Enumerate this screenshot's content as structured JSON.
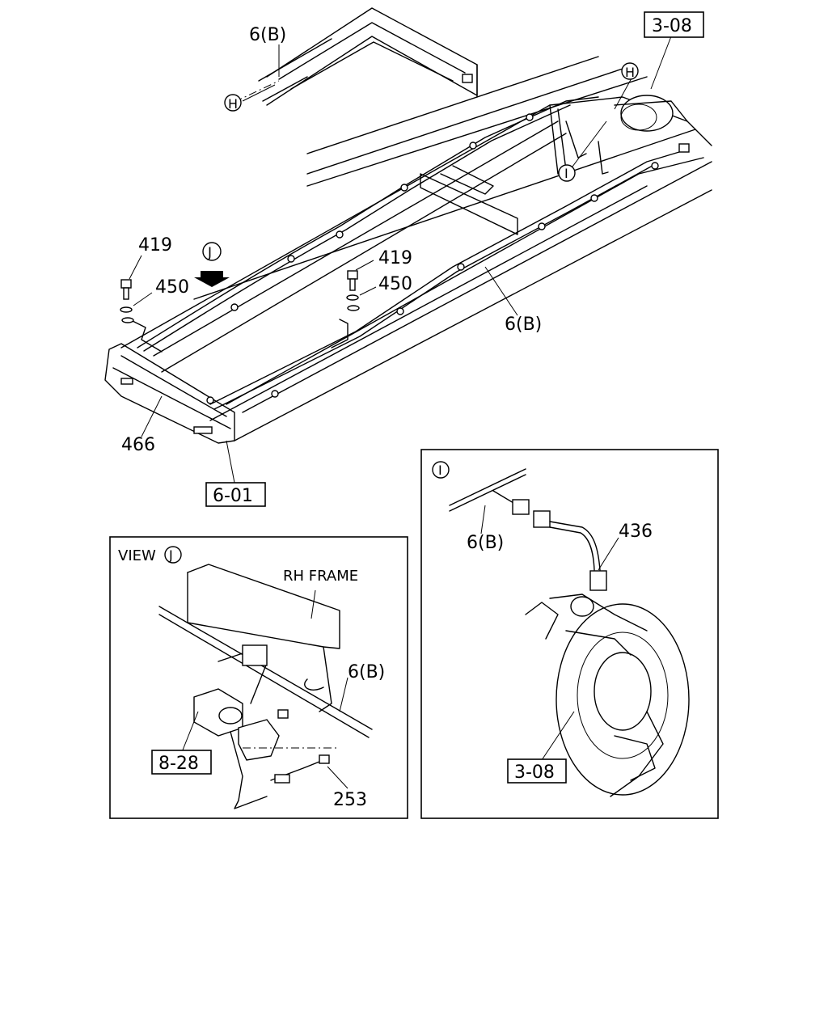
{
  "refs": {
    "ref_3_08_top": "3-08",
    "ref_6_01": "6-01",
    "ref_8_28": "8-28",
    "ref_3_08_detail": "3-08"
  },
  "callouts": {
    "h_top": "H",
    "h_right": "H",
    "i_main": "I",
    "j_arrow": "J",
    "i_panel": "I",
    "j_panel": "J"
  },
  "labels": {
    "pipe_6b_top": "6(B)",
    "pipe_6b_mid": "6(B)",
    "bolt_419_left": "419",
    "washer_450_left": "450",
    "bolt_419_mid": "419",
    "washer_450_mid": "450",
    "part_466": "466",
    "pipe_6b_viewj": "6(B)",
    "part_253": "253",
    "pipe_6b_panel_i": "6(B)",
    "part_436": "436"
  },
  "view_j": {
    "title": "VIEW",
    "rh_frame": "RH FRAME"
  }
}
